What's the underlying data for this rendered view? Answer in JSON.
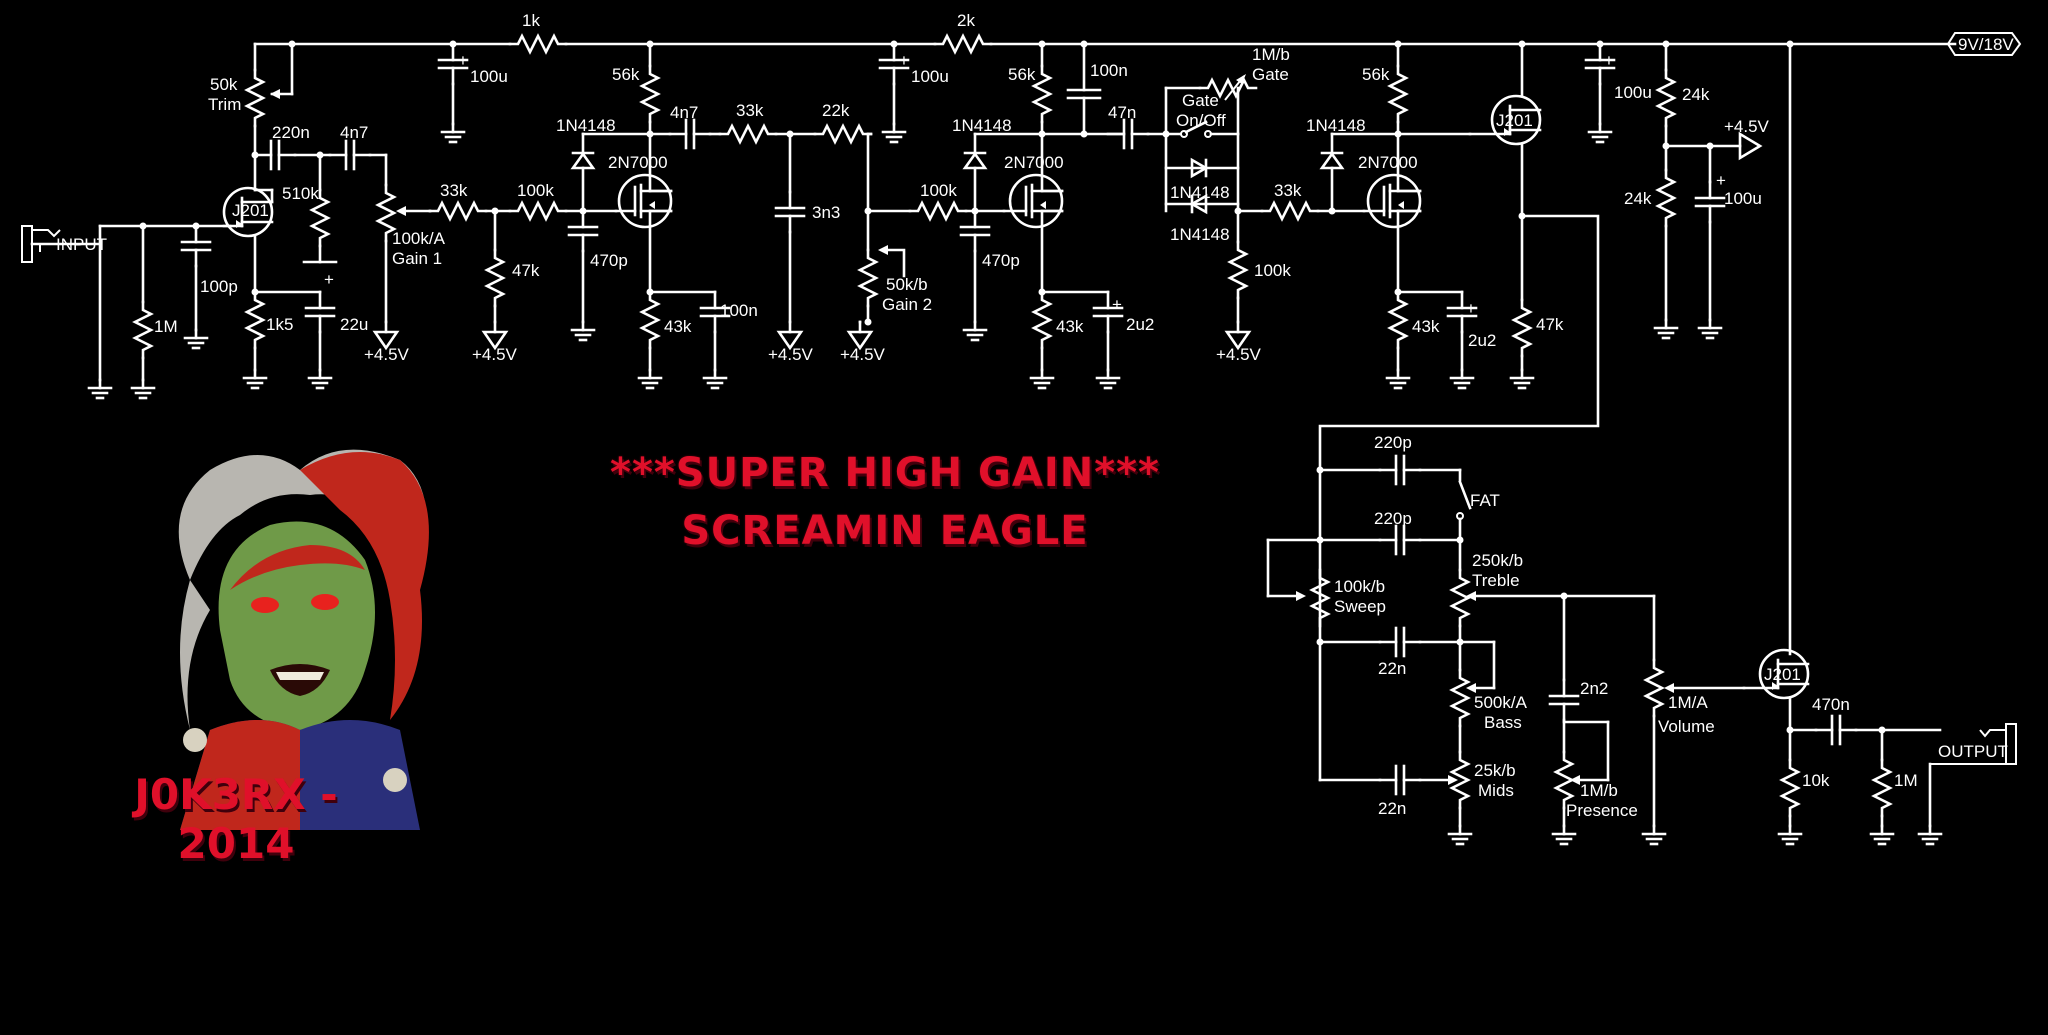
{
  "labels": {
    "supply": "9V/18V",
    "input": "INPUT",
    "output": "OUTPUT",
    "trim_value": "50k",
    "trim_name": "Trim",
    "c220n": "220n",
    "c4n7_a": "4n7",
    "r510k": "510k",
    "j201": "J201",
    "c100p": "100p",
    "r1M": "1M",
    "r1k5": "1k5",
    "c22u": "22u",
    "plus": "+",
    "bias": "+4.5V",
    "gain1_value": "100k/A",
    "gain1_name": "Gain 1",
    "r33k": "33k",
    "r100k": "100k",
    "r47k": "47k",
    "r1k": "1k",
    "c100u": "100u",
    "r56k": "56k",
    "d1n4148": "1N4148",
    "c4n7_b": "4n7",
    "r22k": "22k",
    "q2n7000": "2N7000",
    "c470p": "470p",
    "r43k": "43k",
    "c100n": "100n",
    "c3n3": "3n3",
    "gain2_value": "50k/b",
    "gain2_name": "Gain 2",
    "r2k": "2k",
    "c47n": "47n",
    "c2u2": "2u2",
    "gate_pot": "1M/b",
    "gate_pot_name": "Gate",
    "gate_sw_1": "Gate",
    "gate_sw_2": "On/Off",
    "r24k": "24k",
    "c220p": "220p",
    "fat": "FAT",
    "sweep_value": "100k/b",
    "sweep_name": "Sweep",
    "treble_value": "250k/b",
    "treble_name": "Treble",
    "c22n": "22n",
    "bass_value": "500k/A",
    "bass_name": "Bass",
    "mids_value": "25k/b",
    "mids_name": "Mids",
    "c2n2": "2n2",
    "presence_value": "1M/b",
    "presence_name": "Presence",
    "volume_value": "1M/A",
    "volume_name": "Volume",
    "c470n": "470n",
    "r10k": "10k"
  },
  "title": {
    "line1": "***SUPER HIGH GAIN***",
    "line2": "SCREAMIN EAGLE"
  },
  "credit": "J0K3RX - 2014",
  "colors": {
    "background": "#000000",
    "wire": "#ffffff",
    "accent": "#e0102a"
  }
}
